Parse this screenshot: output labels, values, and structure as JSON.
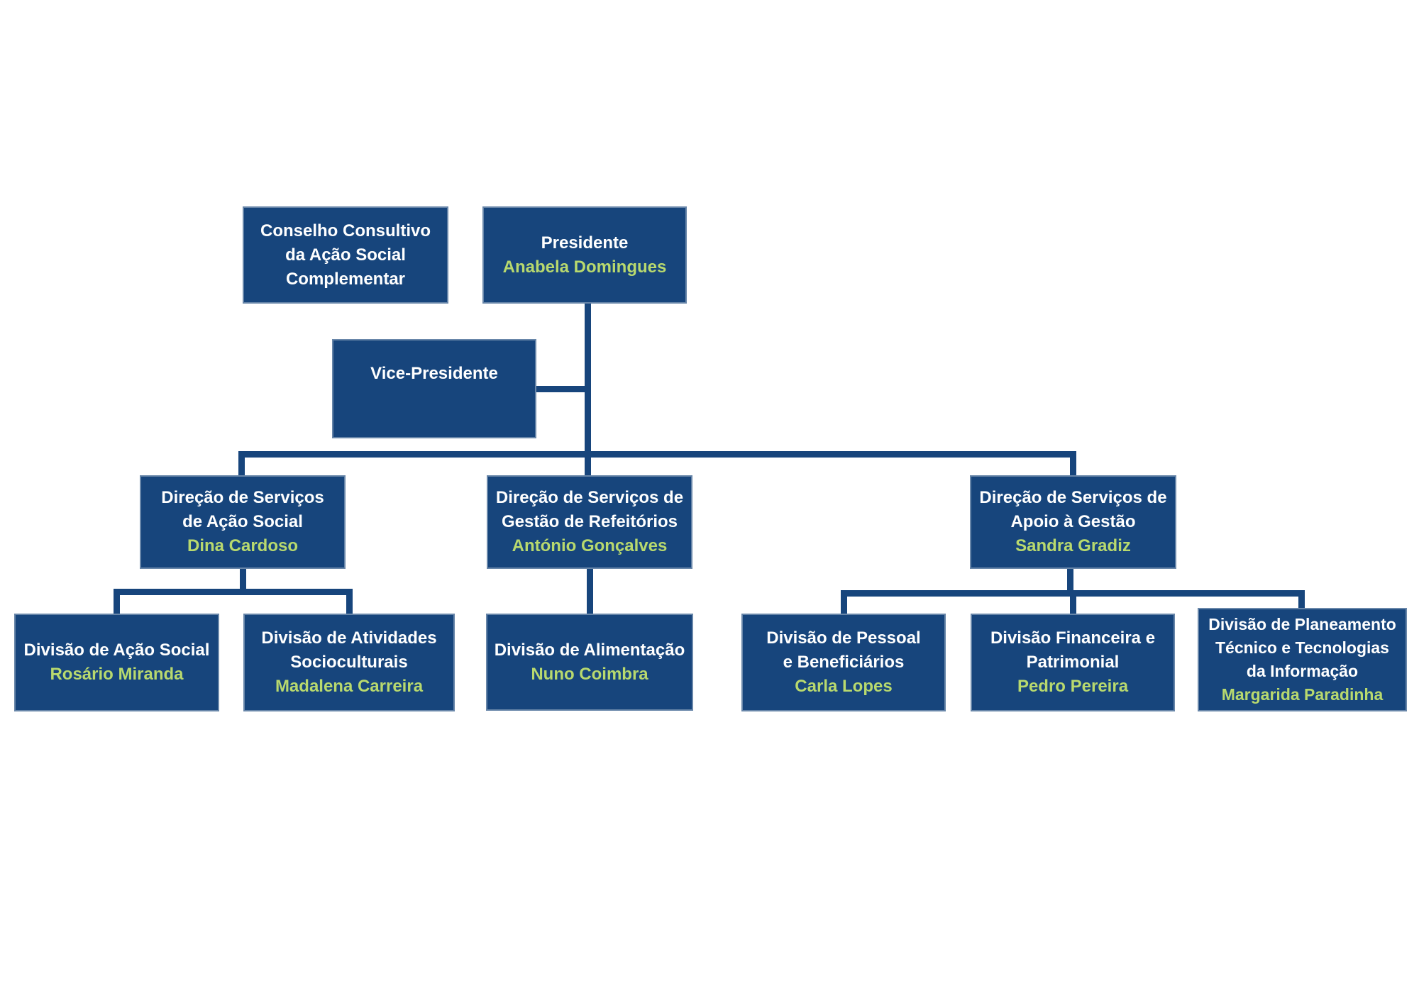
{
  "page": {
    "background": "#ffffff"
  },
  "colors": {
    "box_fill": "#17457c",
    "line": "#17457c",
    "title_text": "#ffffff",
    "person_text": "#b8d96e"
  },
  "chart_data": {
    "type": "org-chart",
    "title": "",
    "nodes": [
      {
        "id": "conselho",
        "label": "Conselho Consultivo da Ação Social Complementar",
        "person": "",
        "parent": null
      },
      {
        "id": "presidente",
        "label": "Presidente",
        "person": "Anabela Domingues",
        "parent": null
      },
      {
        "id": "vice_presidente",
        "label": "Vice-Presidente",
        "person": "",
        "parent": "presidente"
      },
      {
        "id": "ds_acao_social",
        "label": "Direção de Serviços de Ação Social",
        "person": "Dina Cardoso",
        "parent": "presidente"
      },
      {
        "id": "ds_gestao_refeitorios",
        "label": "Direção de Serviços de Gestão de Refeitórios",
        "person": "António Gonçalves",
        "parent": "presidente"
      },
      {
        "id": "ds_apoio_gestao",
        "label": "Direção de Serviços de Apoio à Gestão",
        "person": "Sandra Gradiz",
        "parent": "presidente"
      },
      {
        "id": "d_acao_social",
        "label": "Divisão de Ação Social",
        "person": "Rosário Miranda",
        "parent": "ds_acao_social"
      },
      {
        "id": "d_atividades_socioculturais",
        "label": "Divisão de Atividades Socioculturais",
        "person": "Madalena Carreira",
        "parent": "ds_acao_social"
      },
      {
        "id": "d_alimentacao",
        "label": "Divisão de Alimentação",
        "person": "Nuno Coimbra",
        "parent": "ds_gestao_refeitorios"
      },
      {
        "id": "d_pessoal_beneficiarios",
        "label": "Divisão de Pessoal e Beneficiários",
        "person": "Carla Lopes",
        "parent": "ds_apoio_gestao"
      },
      {
        "id": "d_financeira_patrimonial",
        "label": "Divisão Financeira e Patrimonial",
        "person": "Pedro Pereira",
        "parent": "ds_apoio_gestao"
      },
      {
        "id": "d_planeamento_ti",
        "label": "Divisão de Planeamento Técnico e Tecnologias da Informação",
        "person": "Margarida Paradinha",
        "parent": "ds_apoio_gestao"
      }
    ]
  },
  "nodes": {
    "conselho": {
      "lines": [
        "Conselho Consultivo",
        "da Ação Social",
        "Complementar"
      ]
    },
    "presidente": {
      "lines": [
        "Presidente"
      ],
      "person": "Anabela Domingues"
    },
    "vice_presidente": {
      "lines": [
        "Vice-Presidente"
      ]
    },
    "ds_acao_social": {
      "lines": [
        "Direção de Serviços",
        "de Ação Social"
      ],
      "person": "Dina Cardoso"
    },
    "ds_gestao_refeitorios": {
      "lines": [
        "Direção de Serviços de",
        "Gestão de Refeitórios"
      ],
      "person": "António Gonçalves"
    },
    "ds_apoio_gestao": {
      "lines": [
        "Direção de Serviços de",
        "Apoio à Gestão"
      ],
      "person": "Sandra Gradiz"
    },
    "d_acao_social": {
      "lines": [
        "Divisão de Ação Social"
      ],
      "person": "Rosário Miranda"
    },
    "d_atividades_socioculturais": {
      "lines": [
        "Divisão de Atividades",
        "Socioculturais"
      ],
      "person": "Madalena Carreira"
    },
    "d_alimentacao": {
      "lines": [
        "Divisão de Alimentação"
      ],
      "person": "Nuno Coimbra"
    },
    "d_pessoal_beneficiarios": {
      "lines": [
        "Divisão de Pessoal",
        "e Beneficiários"
      ],
      "person": "Carla Lopes"
    },
    "d_financeira_patrimonial": {
      "lines": [
        "Divisão Financeira e",
        "Patrimonial"
      ],
      "person": "Pedro Pereira"
    },
    "d_planeamento_ti": {
      "lines": [
        "Divisão de Planeamento",
        "Técnico e Tecnologias",
        "da Informação"
      ],
      "person": "Margarida Paradinha"
    }
  }
}
